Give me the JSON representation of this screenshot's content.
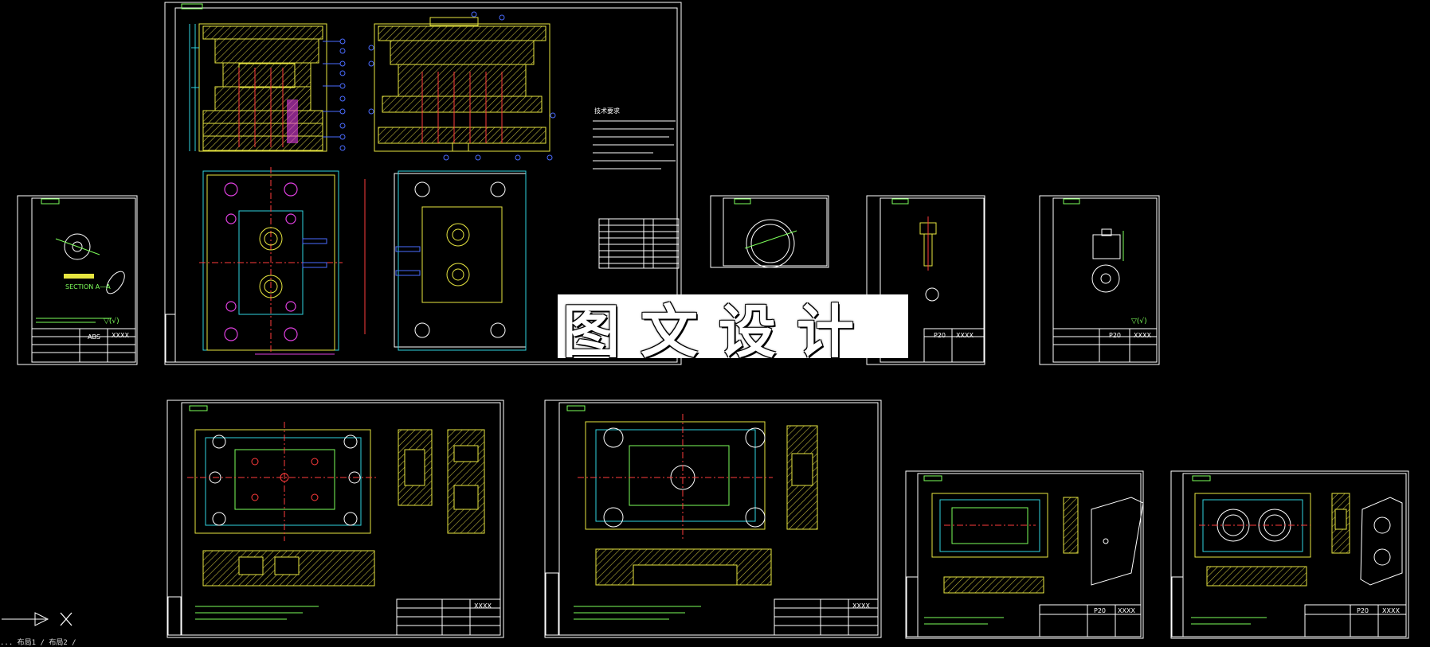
{
  "watermark": {
    "text": "图文设计"
  },
  "tech_requirements_title": "技术要求",
  "title_block_labels": {
    "material_abs": "ABS",
    "p20": "P20",
    "xxxx": "XXXX"
  },
  "command_line": {
    "text": "... 布局1 / 布局2 /"
  },
  "colors": {
    "background": "#000000",
    "frame": "#ffffff",
    "green": "#7dff5a",
    "yellow": "#e7e640",
    "cyan": "#31d5e0",
    "magenta": "#e040e0",
    "red": "#ff3b3b",
    "blue": "#4a6bff"
  },
  "icons": [
    "ucs-axis-icon"
  ]
}
